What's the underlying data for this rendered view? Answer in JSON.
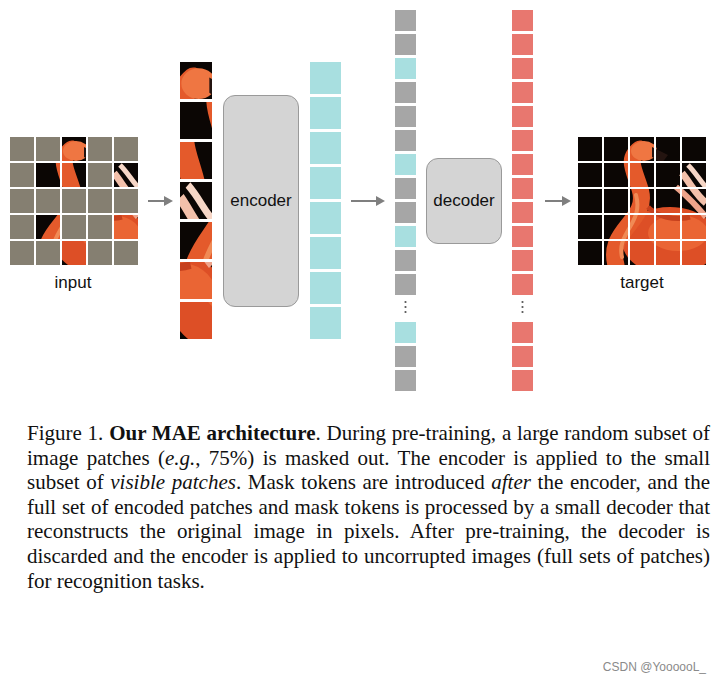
{
  "diagram": {
    "caption": "Figure 1. Our MAE architecture. During pre-training, a large random subset of image patches (e.g., 75%) is masked out. The encoder is applied to the small subset of visible patches. Mask tokens are introduced after the encoder, and the full set of encoded patches and mask tokens is processed by a small decoder that reconstructs the original image in pixels. After pre-training, the decoder is discarded and the encoder is applied to uncorrupted images (full sets of patches) for recognition tasks.",
    "nodes": [
      {
        "text": [
          "encoder"
        ]
      },
      {
        "text": [
          "decoder"
        ]
      }
    ],
    "labels": [
      "input",
      "target",
      "CSDN @YoooooL_"
    ]
  }
}
